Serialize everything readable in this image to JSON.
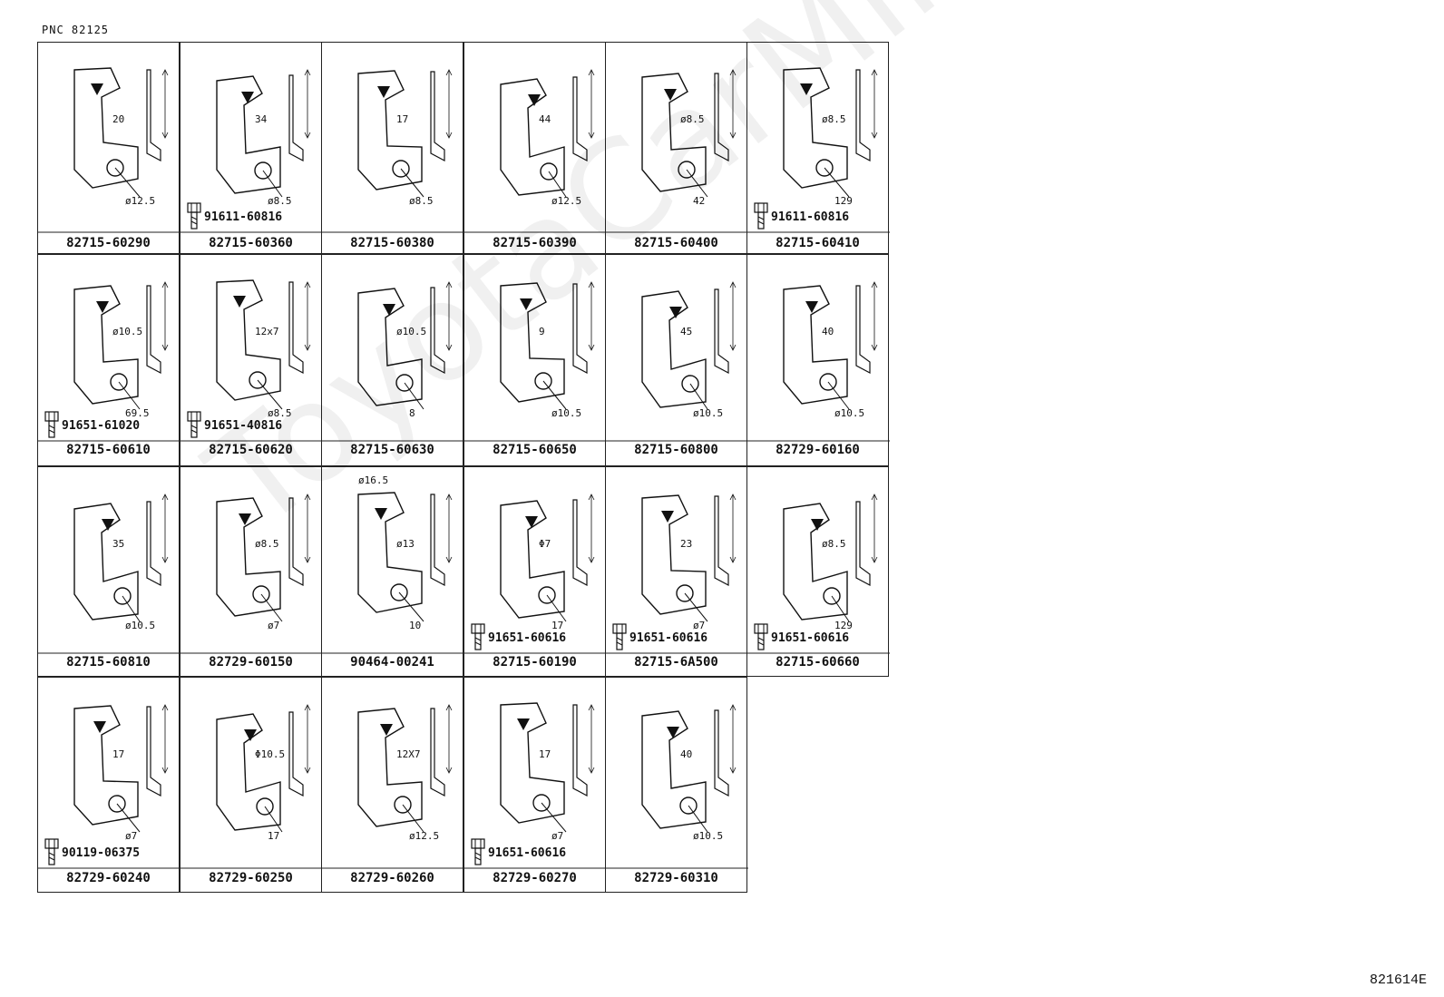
{
  "pnc_label": "PNC  82125",
  "drawing_ref": "821614E",
  "watermark": "ToyotaCarMine.ru",
  "rows": [
    [
      {
        "part": "82715-60290",
        "bolt": "",
        "dims": [
          "20",
          "ø12.5"
        ]
      },
      {
        "part": "82715-60360",
        "bolt": "91611-60816",
        "dims": [
          "34",
          "ø8.5"
        ]
      },
      {
        "part": "82715-60380",
        "bolt": "",
        "dims": [
          "17",
          "ø8.5"
        ]
      },
      {
        "part": "82715-60390",
        "bolt": "",
        "dims": [
          "44",
          "ø12.5"
        ]
      },
      {
        "part": "82715-60400",
        "bolt": "",
        "dims": [
          "ø8.5",
          "42"
        ]
      },
      {
        "part": "82715-60410",
        "bolt": "91611-60816",
        "dims": [
          "ø8.5",
          "129"
        ]
      }
    ],
    [
      {
        "part": "82715-60610",
        "bolt": "91651-61020",
        "dims": [
          "ø10.5",
          "69.5"
        ]
      },
      {
        "part": "82715-60620",
        "bolt": "91651-40816",
        "dims": [
          "12x7",
          "ø8.5"
        ]
      },
      {
        "part": "82715-60630",
        "bolt": "",
        "dims": [
          "ø10.5",
          "8"
        ]
      },
      {
        "part": "82715-60650",
        "bolt": "",
        "dims": [
          "9",
          "ø10.5"
        ]
      },
      {
        "part": "82715-60800",
        "bolt": "",
        "dims": [
          "45",
          "ø10.5"
        ]
      },
      {
        "part": "82729-60160",
        "bolt": "",
        "dims": [
          "40",
          "ø10.5"
        ]
      }
    ],
    [
      {
        "part": "82715-60810",
        "bolt": "",
        "dims": [
          "35",
          "ø10.5"
        ]
      },
      {
        "part": "82729-60150",
        "bolt": "",
        "dims": [
          "ø8.5",
          "ø7"
        ]
      },
      {
        "part": "90464-00241",
        "bolt": "",
        "dims": [
          "ø13",
          "10",
          "ø16.5"
        ]
      },
      {
        "part": "82715-60190",
        "bolt": "91651-60616",
        "dims": [
          "Φ7",
          "17"
        ]
      },
      {
        "part": "82715-6A500",
        "bolt": "91651-60616",
        "dims": [
          "23",
          "ø7"
        ]
      },
      {
        "part": "82715-60660",
        "bolt": "91651-60616",
        "dims": [
          "ø8.5",
          "129"
        ]
      }
    ],
    [
      {
        "part": "82729-60240",
        "bolt": "90119-06375",
        "dims": [
          "17",
          "ø7"
        ]
      },
      {
        "part": "82729-60250",
        "bolt": "",
        "dims": [
          "Φ10.5",
          "17"
        ]
      },
      {
        "part": "82729-60260",
        "bolt": "",
        "dims": [
          "12X7",
          "ø12.5"
        ]
      },
      {
        "part": "82729-60270",
        "bolt": "91651-60616",
        "dims": [
          "17",
          "ø7"
        ]
      },
      {
        "part": "82729-60310",
        "bolt": "",
        "dims": [
          "40",
          "ø10.5"
        ]
      }
    ]
  ]
}
